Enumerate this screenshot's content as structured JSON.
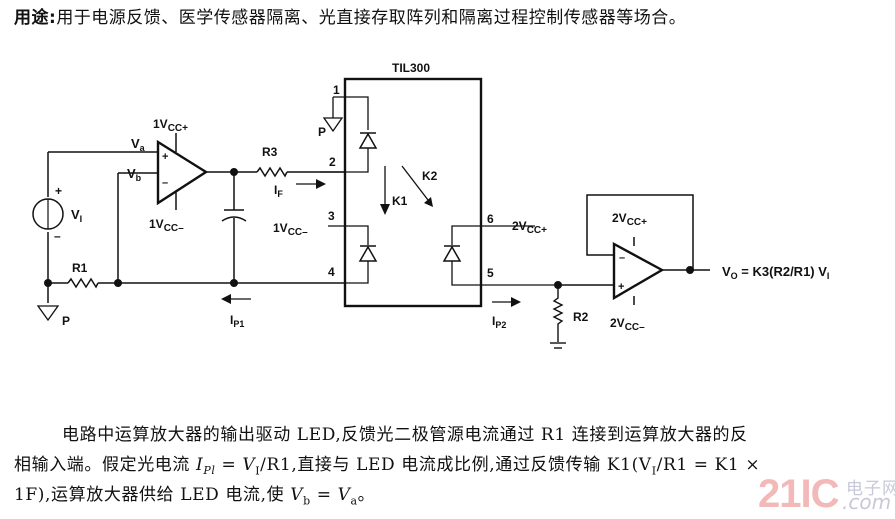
{
  "header": {
    "label": "用途",
    "colon": ":",
    "text": "用于电源反馈、医学传感器隔离、光直接存取阵列和隔离过程控制传感器等场合。"
  },
  "schematic": {
    "ic_name": "TIL300",
    "pins": [
      "1",
      "2",
      "3",
      "4",
      "5",
      "6"
    ],
    "labels": {
      "va": "Va",
      "vb": "Vb",
      "vi": "VI",
      "plus": "+",
      "minus": "–",
      "op1_vcc_pos": "1VCC+",
      "op1_vcc_neg": "1VCC–",
      "vcc_neg_pin3": "1VCC–",
      "vcc_pos_pin6": "2VCC+",
      "op2_vcc_pos": "2VCC+",
      "op2_vcc_neg": "2VCC–",
      "r1": "R1",
      "r2": "R2",
      "r3": "R3",
      "if": "IF",
      "ip1": "IP1",
      "ip2": "IP2",
      "k1": "K1",
      "k2": "K2",
      "p_ground_left": "P",
      "p_ground_pin1": "P",
      "vo_formula": "VO = K3(R2/R1) VI"
    }
  },
  "paragraph": {
    "line1": "电路中运算放大器的输出驱动 LED,反馈光二极管源电流通过 R1 连接到运算放大器的反",
    "line2_a": "相输入端。假定光电流 ",
    "line2_ipl": "I",
    "line2_ipl_sub": "Pl",
    "line2_b": " = ",
    "line2_v": "V",
    "line2_v_sub": "I",
    "line2_c": "/R1,直接与 LED 电流成比例,通过反馈传输 K1(V",
    "line2_c_sub": "I",
    "line2_d": "/R1 = K1 ×",
    "line3_a": "1F),运算放大器供给 LED 电流,使 ",
    "line3_vb": "V",
    "line3_vb_sub": "b",
    "line3_eq": " = ",
    "line3_va": "V",
    "line3_va_sub": "a",
    "line3_end": "。"
  },
  "watermark": {
    "brand": "21IC",
    "cn": "电子网",
    "domain": ".com"
  }
}
